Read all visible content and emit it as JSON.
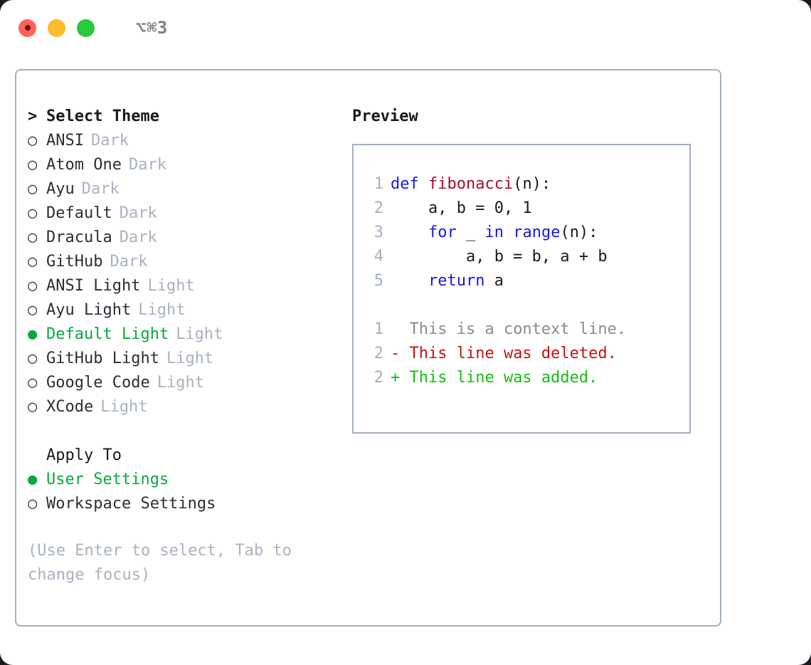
{
  "titlebar": {
    "shortcut": "⌥⌘3",
    "buttons": [
      {
        "name": "close",
        "color": "#fd6158"
      },
      {
        "name": "minimize",
        "color": "#fdbc2d"
      },
      {
        "name": "maximize",
        "color": "#28c93f"
      }
    ]
  },
  "colors": {
    "selected_green": "#0aa83f",
    "muted_gray": "#aab2bf",
    "border": "#a4b0c0",
    "keyword_blue": "#1a17e8",
    "function_red": "#a8112b",
    "diff_deleted": "#c61212",
    "diff_added": "#10c010",
    "text": "#2b2f35"
  },
  "theme_list": {
    "header_marker": ">",
    "header_label": "Select Theme",
    "marker_selected": "●",
    "marker_unselected": "○",
    "items": [
      {
        "marker": "○",
        "name": "ANSI",
        "category": "Dark",
        "selected": false
      },
      {
        "marker": "○",
        "name": "Atom One",
        "category": "Dark",
        "selected": false
      },
      {
        "marker": "○",
        "name": "Ayu",
        "category": "Dark",
        "selected": false
      },
      {
        "marker": "○",
        "name": "Default",
        "category": "Dark",
        "selected": false
      },
      {
        "marker": "○",
        "name": "Dracula",
        "category": "Dark",
        "selected": false
      },
      {
        "marker": "○",
        "name": "GitHub",
        "category": "Dark",
        "selected": false
      },
      {
        "marker": "○",
        "name": "ANSI Light",
        "category": "Light",
        "selected": false
      },
      {
        "marker": "○",
        "name": "Ayu Light",
        "category": "Light",
        "selected": false
      },
      {
        "marker": "●",
        "name": "Default Light",
        "category": "Light",
        "selected": true
      },
      {
        "marker": "○",
        "name": "GitHub Light",
        "category": "Light",
        "selected": false
      },
      {
        "marker": "○",
        "name": "Google Code",
        "category": "Light",
        "selected": false
      },
      {
        "marker": "○",
        "name": "XCode",
        "category": "Light",
        "selected": false
      }
    ]
  },
  "apply_to": {
    "title": "Apply To",
    "options": [
      {
        "marker": "●",
        "label": "User Settings",
        "selected": true
      },
      {
        "marker": "○",
        "label": "Workspace Settings",
        "selected": false
      }
    ]
  },
  "hint": "(Use Enter to select, Tab to change focus)",
  "preview": {
    "title": "Preview",
    "code_lines": [
      {
        "num": "1",
        "tokens": [
          {
            "t": "def",
            "c": "kw"
          },
          {
            "t": " ",
            "c": "plain"
          },
          {
            "t": "fibonacci",
            "c": "fn"
          },
          {
            "t": "(n):",
            "c": "plain"
          }
        ]
      },
      {
        "num": "2",
        "tokens": [
          {
            "t": "    a, b = 0, 1",
            "c": "plain"
          }
        ]
      },
      {
        "num": "3",
        "tokens": [
          {
            "t": "    ",
            "c": "plain"
          },
          {
            "t": "for",
            "c": "kw"
          },
          {
            "t": " _ ",
            "c": "plain"
          },
          {
            "t": "in",
            "c": "kw"
          },
          {
            "t": " ",
            "c": "plain"
          },
          {
            "t": "range",
            "c": "kw"
          },
          {
            "t": "(n):",
            "c": "plain"
          }
        ]
      },
      {
        "num": "4",
        "tokens": [
          {
            "t": "        a, b = b, a + b",
            "c": "plain"
          }
        ]
      },
      {
        "num": "5",
        "tokens": [
          {
            "t": "    ",
            "c": "plain"
          },
          {
            "t": "return",
            "c": "kw"
          },
          {
            "t": " a",
            "c": "plain"
          }
        ]
      }
    ],
    "diff_lines": [
      {
        "num": "1",
        "sign": " ",
        "text": " This is a context line.",
        "kind": "ctx"
      },
      {
        "num": "2",
        "sign": "-",
        "text": " This line was deleted.",
        "kind": "del"
      },
      {
        "num": "2",
        "sign": "+",
        "text": " This line was added.",
        "kind": "add"
      }
    ]
  }
}
